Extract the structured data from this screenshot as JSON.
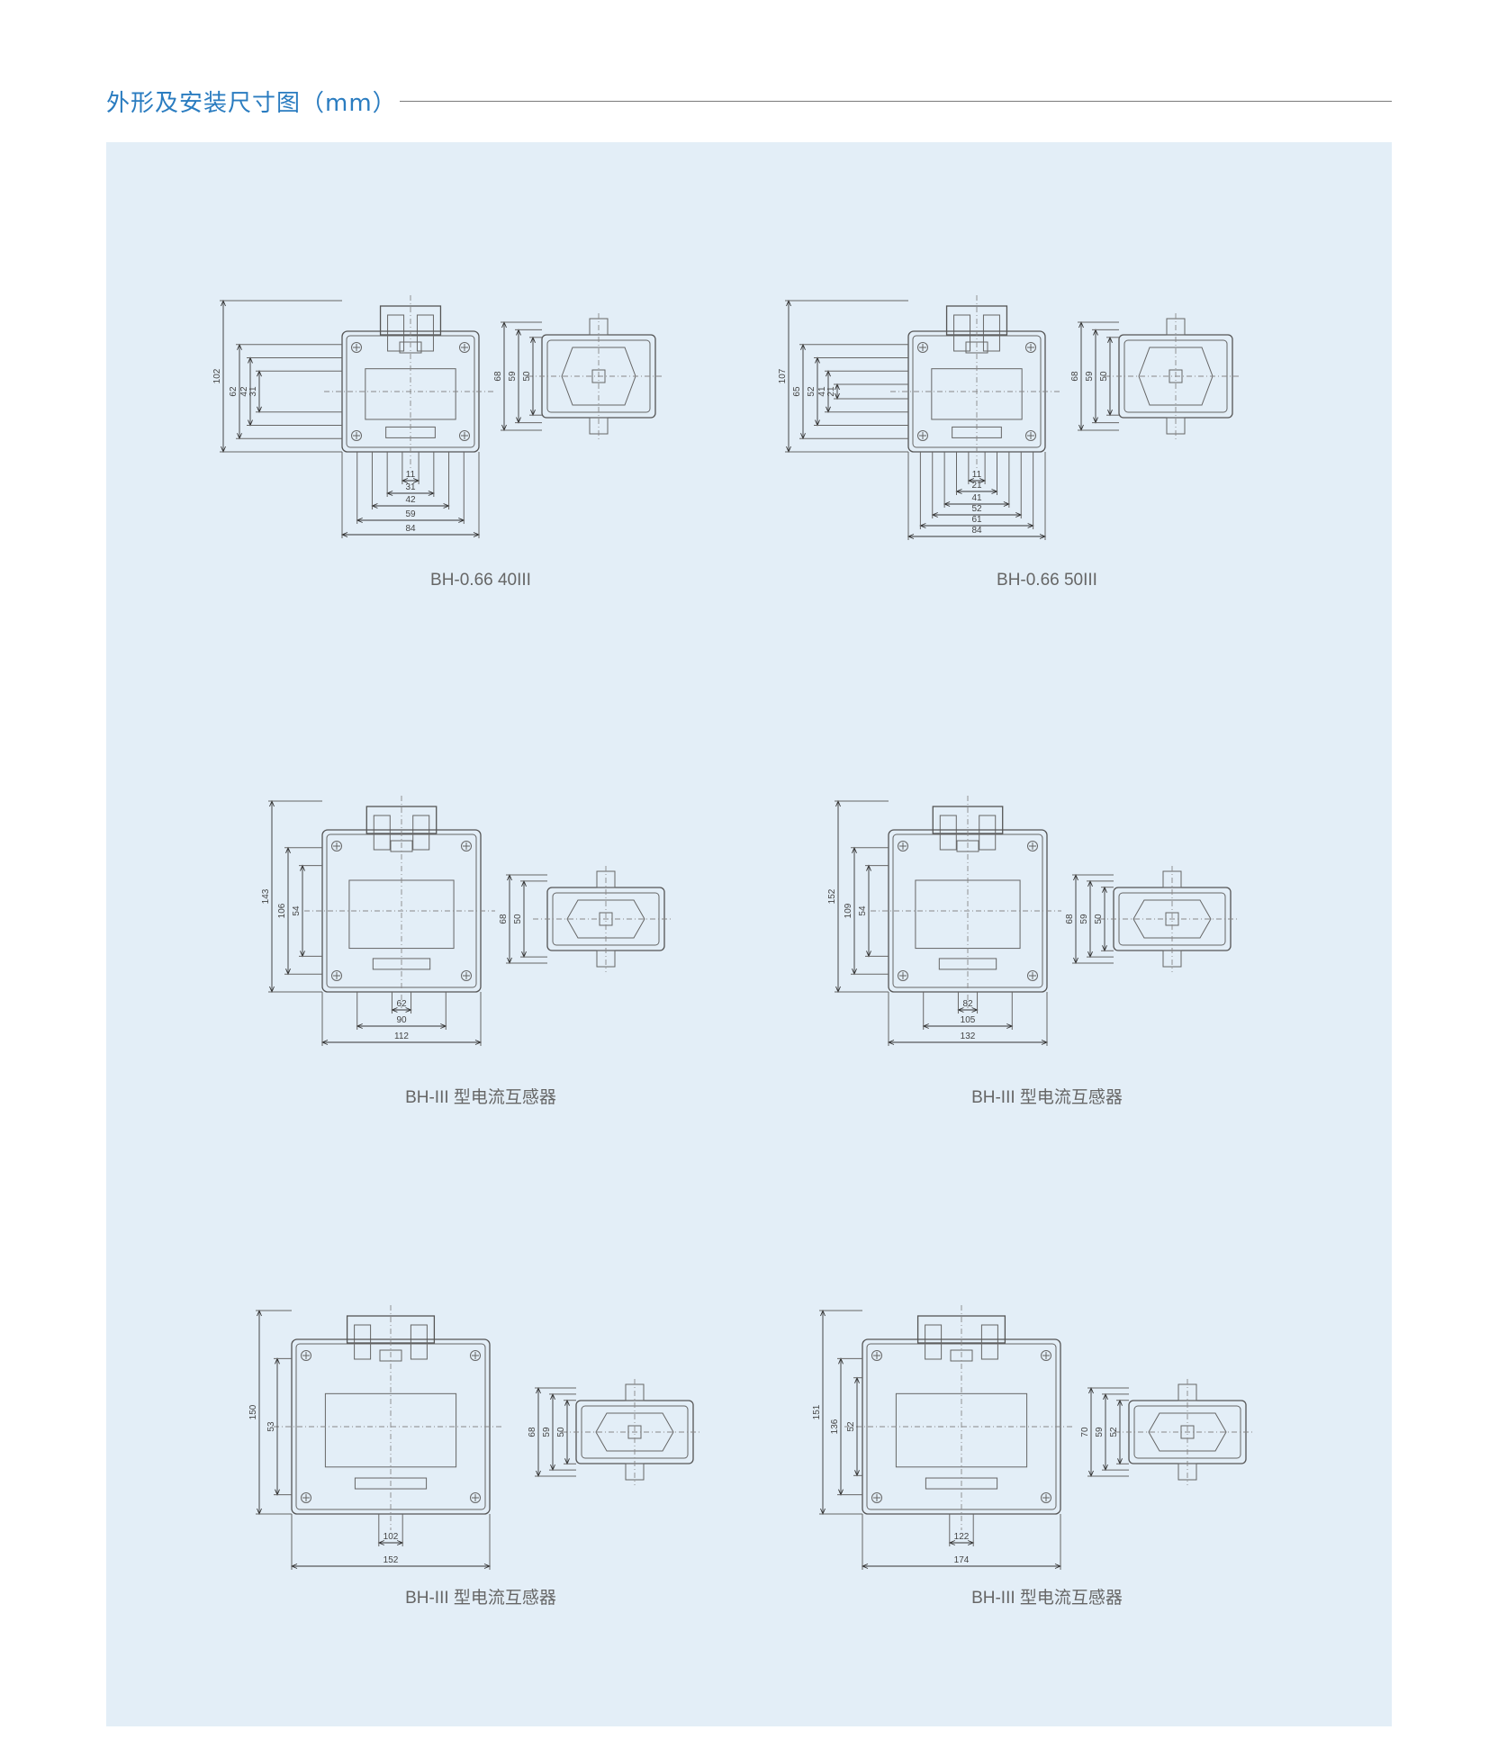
{
  "header": {
    "title": "外形及安装尺寸图（mm）"
  },
  "models": [
    {
      "caption": "BH-0.66 40III",
      "front_vertical": [
        "102",
        "62",
        "42",
        "31"
      ],
      "front_horizontal": [
        "11",
        "31",
        "42",
        "59",
        "84"
      ],
      "side_vertical": [
        "68",
        "59",
        "50"
      ]
    },
    {
      "caption": "BH-0.66 50III",
      "front_vertical": [
        "107",
        "65",
        "52",
        "41",
        "21"
      ],
      "front_horizontal": [
        "11",
        "21",
        "41",
        "52",
        "61",
        "84"
      ],
      "side_vertical": [
        "68",
        "59",
        "50"
      ]
    },
    {
      "caption": "BH-III 型电流互感器",
      "front_vertical": [
        "143",
        "106",
        "54"
      ],
      "front_horizontal": [
        "62",
        "90",
        "112"
      ],
      "side_vertical": [
        "68",
        "50"
      ]
    },
    {
      "caption": "BH-III 型电流互感器",
      "front_vertical": [
        "152",
        "109",
        "54"
      ],
      "front_horizontal": [
        "82",
        "105",
        "132"
      ],
      "side_vertical": [
        "68",
        "59",
        "50"
      ]
    },
    {
      "caption": "BH-III 型电流互感器",
      "front_vertical": [
        "150",
        "53"
      ],
      "front_horizontal": [
        "102",
        "152"
      ],
      "side_vertical": [
        "68",
        "59",
        "50"
      ]
    },
    {
      "caption": "BH-III 型电流互感器",
      "front_vertical": [
        "151",
        "136",
        "52"
      ],
      "front_horizontal": [
        "122",
        "174"
      ],
      "side_vertical": [
        "70",
        "59",
        "52"
      ]
    }
  ],
  "colors": {
    "header_text": "#2a7cc0",
    "panel_bg": "#e3eef7",
    "line": "#555555"
  }
}
